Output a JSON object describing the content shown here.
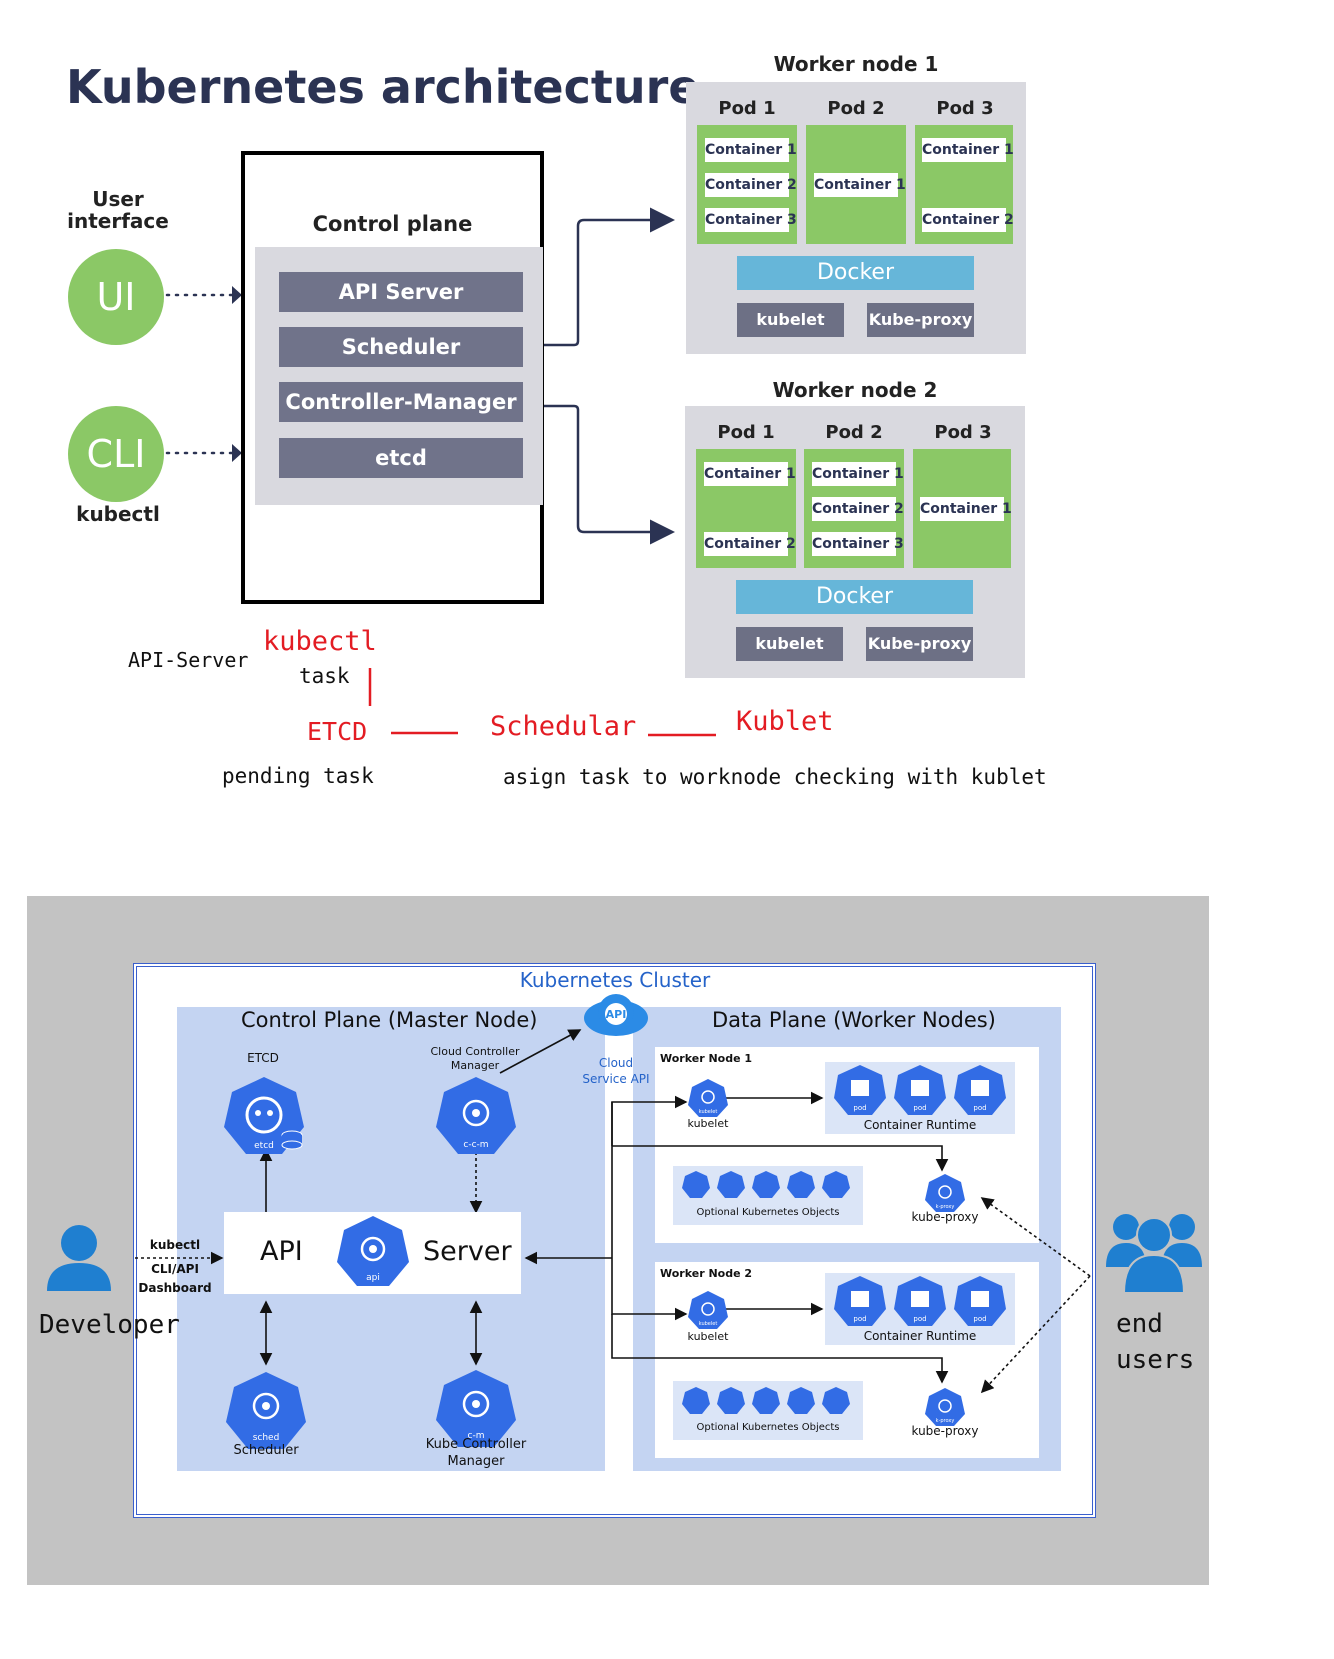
{
  "top": {
    "title": "Kubernetes architecture",
    "user_interface": {
      "line1": "User",
      "line2": "interface"
    },
    "ui_badge": "UI",
    "cli_badge": "CLI",
    "kubectl": "kubectl",
    "control_plane": {
      "title": "Control plane",
      "items": [
        "API Server",
        "Scheduler",
        "Controller-Manager",
        "etcd"
      ]
    },
    "worker_node_1": {
      "title": "Worker node 1",
      "pods": [
        {
          "label": "Pod 1",
          "containers": [
            "Container 1",
            "Container 2",
            "Container 3"
          ]
        },
        {
          "label": "Pod 2",
          "containers": [
            "Container 1"
          ]
        },
        {
          "label": "Pod 3",
          "containers": [
            "Container 1",
            "Container 2"
          ]
        }
      ],
      "docker": "Docker",
      "kubelet": "kubelet",
      "kube_proxy": "Kube-proxy"
    },
    "worker_node_2": {
      "title": "Worker node 2",
      "pods": [
        {
          "label": "Pod 1",
          "containers": [
            "Container 1",
            "Container 2"
          ]
        },
        {
          "label": "Pod 2",
          "containers": [
            "Container 1",
            "Container 2",
            "Container 3"
          ]
        },
        {
          "label": "Pod 3",
          "containers": [
            "Container 1"
          ]
        }
      ],
      "docker": "Docker",
      "kubelet": "kubelet",
      "kube_proxy": "Kube-proxy"
    },
    "notes": {
      "api_server": "API-Server",
      "kubectl": "kubectl",
      "task": "task",
      "etcd": "ETCD",
      "schedular": "Schedular",
      "kublet": "Kublet",
      "pending_task": "pending task",
      "assign_task": "asign task to worknode checking with kublet"
    },
    "colors": {
      "title": "#2b3353",
      "green": "#8bc866",
      "docker": "#66b6d9",
      "service": "#70738a",
      "red_note": "#e31c23"
    }
  },
  "bottom": {
    "cluster_title": "Kubernetes Cluster",
    "control_plane_title": "Control Plane (Master Node)",
    "data_plane_title": "Data Plane (Worker Nodes)",
    "etcd": {
      "label": "ETCD",
      "icon": "etcd"
    },
    "ccm": {
      "label_line1": "Cloud Controller",
      "label_line2": "Manager",
      "icon": "c-c-m"
    },
    "cloud_api": {
      "badge": "API",
      "line1": "Cloud",
      "line2": "Service API"
    },
    "api_server": {
      "left": "API",
      "right": "Server",
      "icon": "api"
    },
    "scheduler": {
      "label": "Scheduler",
      "icon": "sched"
    },
    "kcm": {
      "label_line1": "Kube Controller",
      "label_line2": "Manager",
      "icon": "c-m"
    },
    "developer": {
      "label": "Developer",
      "kubectl": "kubectl",
      "cli_api": "CLI/API",
      "dashboard": "Dashboard"
    },
    "end_users": {
      "line1": "end",
      "line2": "users"
    },
    "worker_nodes": [
      {
        "title": "Worker Node 1",
        "kubelet": "kubelet",
        "kubelet_icon": "kubelet",
        "runtime": "Container Runtime",
        "pod_icon": "pod",
        "optional": "Optional Kubernetes Objects",
        "kube_proxy": "kube-proxy",
        "proxy_icon": "k-proxy"
      },
      {
        "title": "Worker Node 2",
        "kubelet": "kubelet",
        "kubelet_icon": "kubelet",
        "runtime": "Container Runtime",
        "pod_icon": "pod",
        "optional": "Optional Kubernetes Objects",
        "kube_proxy": "kube-proxy",
        "proxy_icon": "k-proxy"
      }
    ],
    "colors": {
      "background": "#c3c3c3",
      "cluster_border": "#3a5fcd",
      "plane": "#c4d4f2",
      "k8s_blue": "#326ce5",
      "user_blue": "#1f7fd0"
    }
  }
}
